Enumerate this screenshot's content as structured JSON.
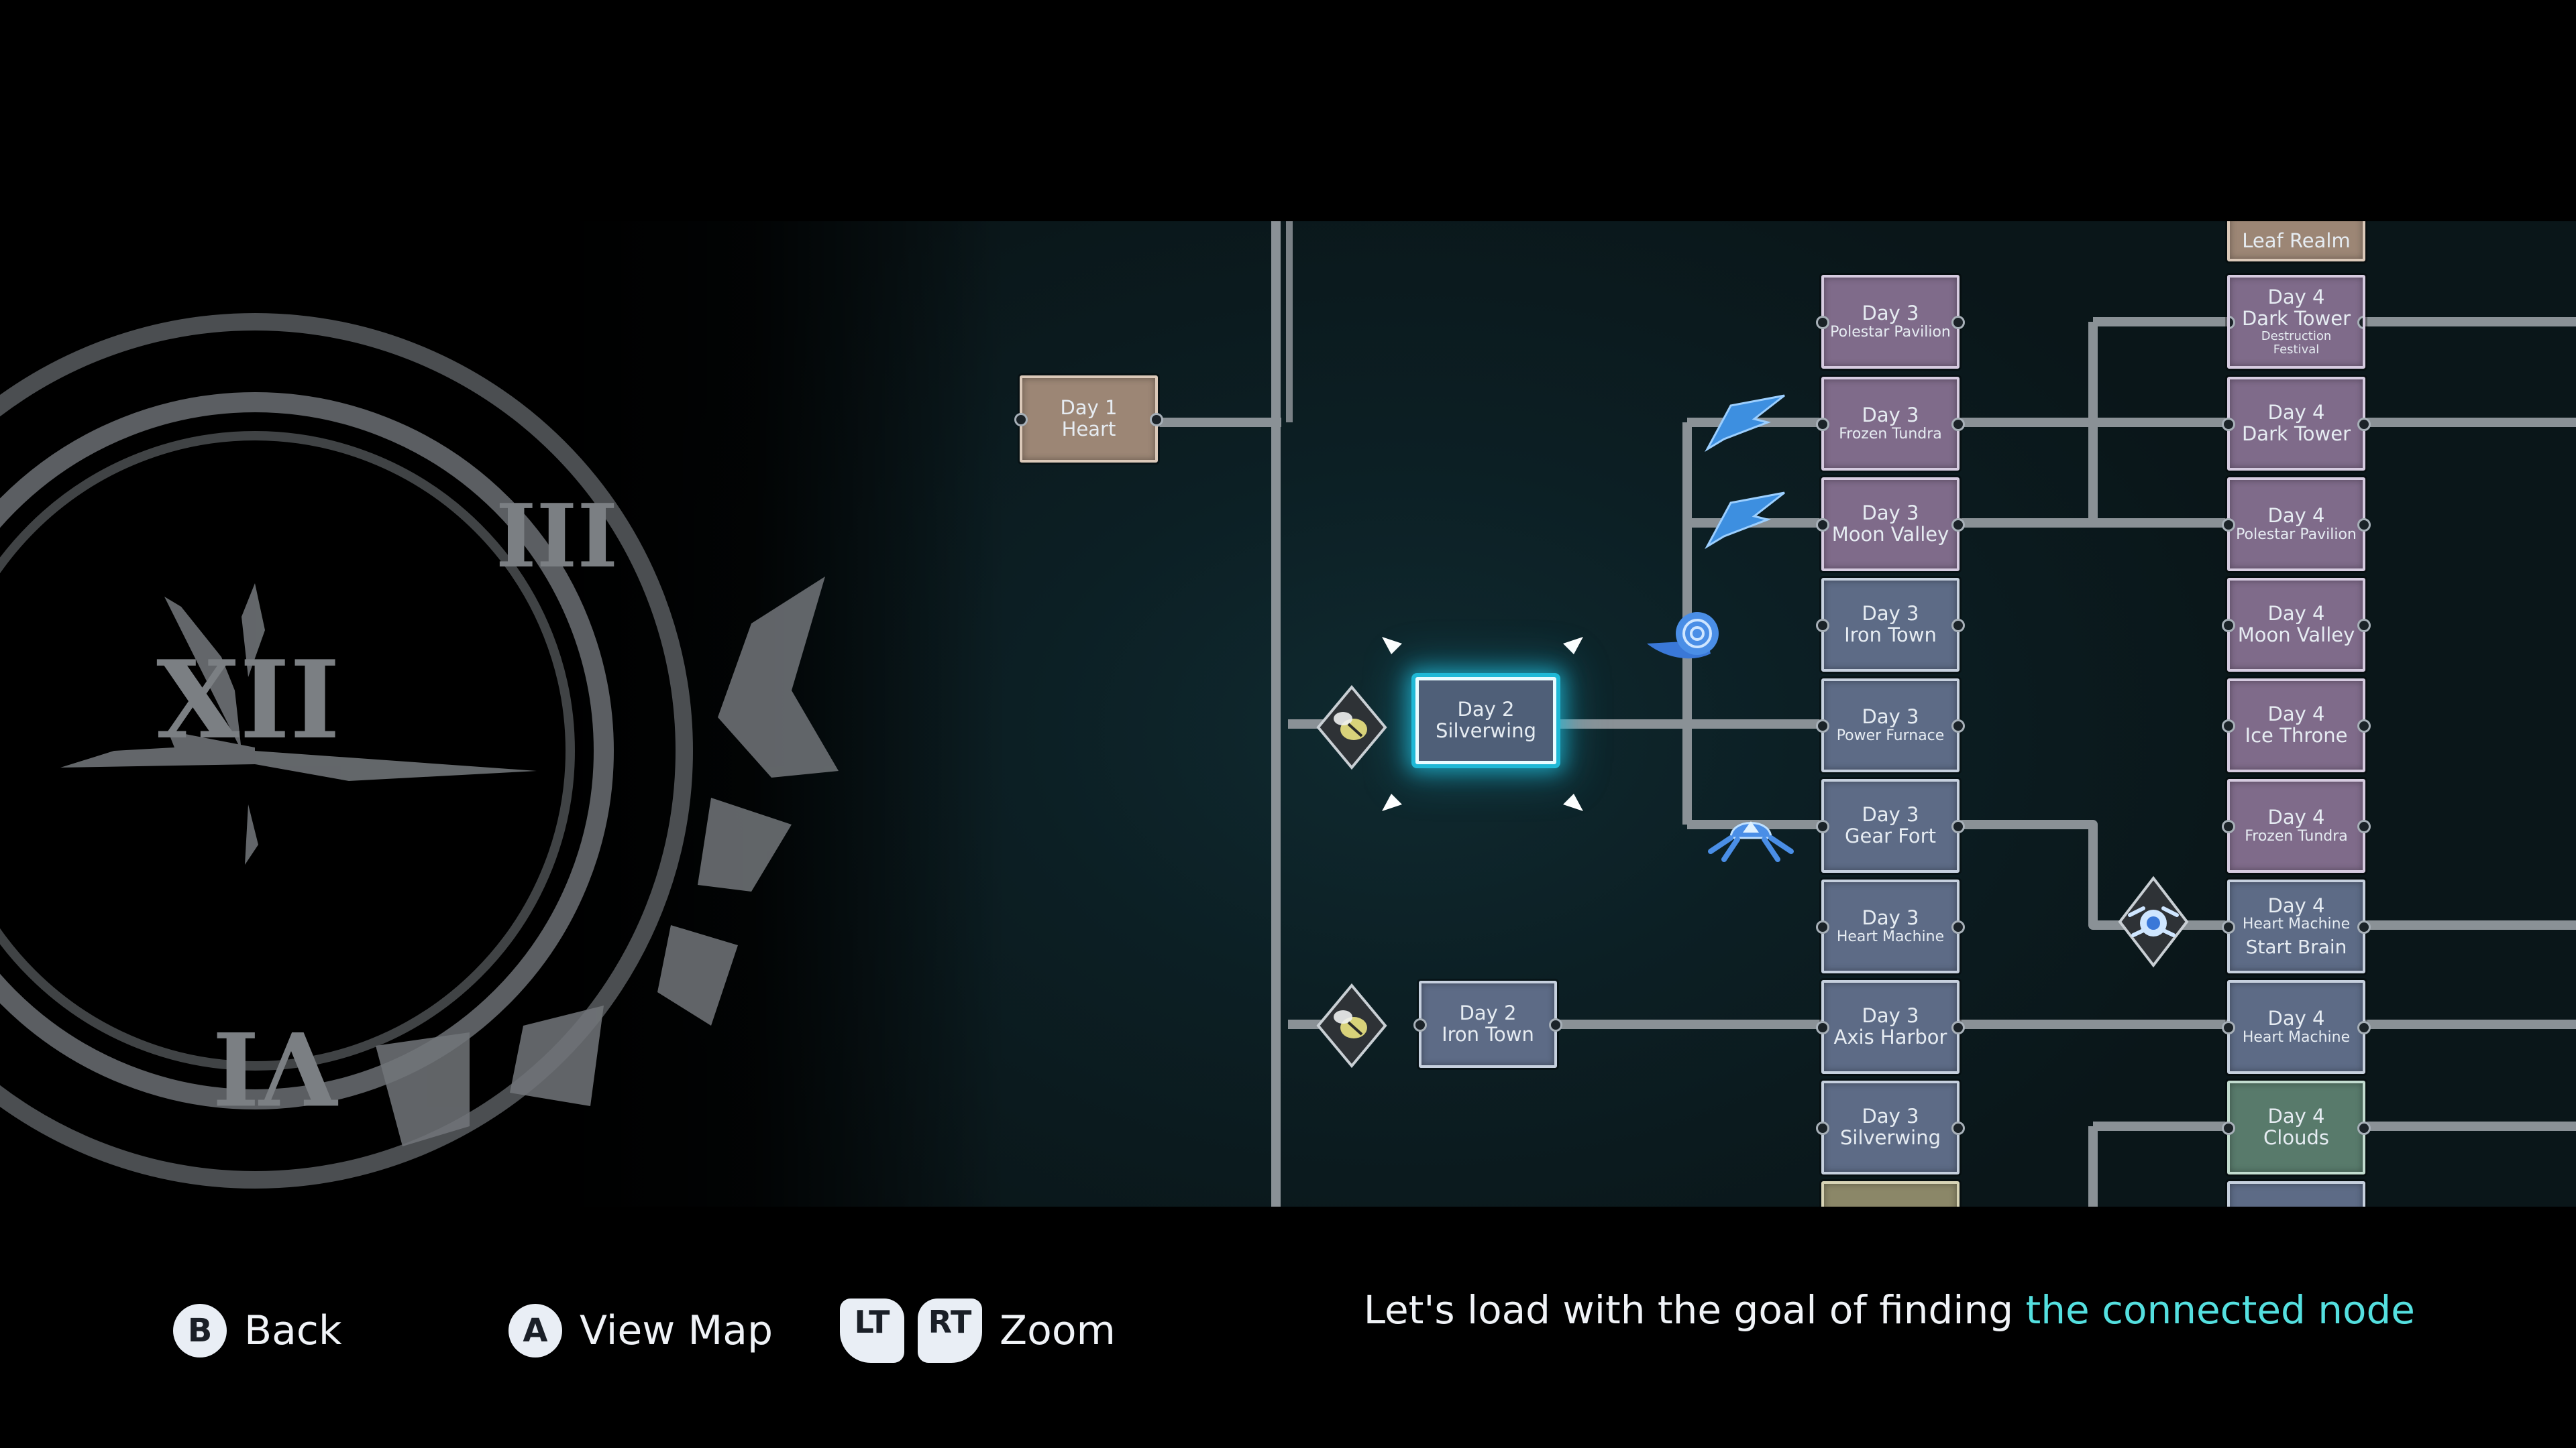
{
  "colors": {
    "selected_glow": "#1fb8d6",
    "highlight_text": "#54e0e0",
    "line": "#8a9196",
    "purple_node": "#7f6b8a",
    "blue_node": "#5d6b86",
    "tan_node": "#9c8675",
    "green_node": "#587a6b"
  },
  "clock": {
    "numerals": [
      "XII",
      "III",
      "VI"
    ]
  },
  "nodes": {
    "day1_heart": {
      "day": "Day 1",
      "location": "Heart"
    },
    "day2_silverwing": {
      "day": "Day 2",
      "location": "Silverwing",
      "selected": true
    },
    "day2_iron_town": {
      "day": "Day 2",
      "location": "Iron Town"
    },
    "day3": [
      {
        "day": "Day 3",
        "location": "Polestar Pavilion"
      },
      {
        "day": "Day 3",
        "location": "Frozen Tundra"
      },
      {
        "day": "Day 3",
        "location": "Moon Valley"
      },
      {
        "day": "Day 3",
        "location": "Iron Town"
      },
      {
        "day": "Day 3",
        "location": "Power Furnace"
      },
      {
        "day": "Day 3",
        "location": "Gear Fort"
      },
      {
        "day": "Day 3",
        "location": "Heart Machine"
      },
      {
        "day": "Day 3",
        "location": "Axis Harbor"
      },
      {
        "day": "Day 3",
        "location": "Silverwing"
      }
    ],
    "day4_top": {
      "location": "Leaf Realm"
    },
    "day4": [
      {
        "day": "Day 4",
        "location": "Dark Tower",
        "extra": "Destruction Festival"
      },
      {
        "day": "Day 4",
        "location": "Dark Tower"
      },
      {
        "day": "Day 4",
        "location": "Polestar Pavilion"
      },
      {
        "day": "Day 4",
        "location": "Moon Valley"
      },
      {
        "day": "Day 4",
        "location": "Ice Throne"
      },
      {
        "day": "Day 4",
        "location": "Frozen Tundra"
      },
      {
        "day": "Day 4",
        "location": "Heart Machine",
        "extra": "Start Brain"
      },
      {
        "day": "Day 4",
        "location": "Heart Machine"
      },
      {
        "day": "Day 4",
        "location": "Clouds"
      }
    ]
  },
  "icons": {
    "bee_badge": "bee-badge-icon",
    "blue_bird": "blue-bird-icon",
    "snail": "snail-icon",
    "crab_robot": "crab-robot-icon",
    "gear_bird": "gear-bird-badge-icon"
  },
  "controls": {
    "back": {
      "button": "B",
      "label": "Back"
    },
    "view_map": {
      "button": "A",
      "label": "View Map"
    },
    "zoom": {
      "button_left": "LT",
      "button_right": "RT",
      "label": "Zoom"
    }
  },
  "status": {
    "prefix": "Let's load with the goal of finding ",
    "highlight": "the connected node"
  }
}
